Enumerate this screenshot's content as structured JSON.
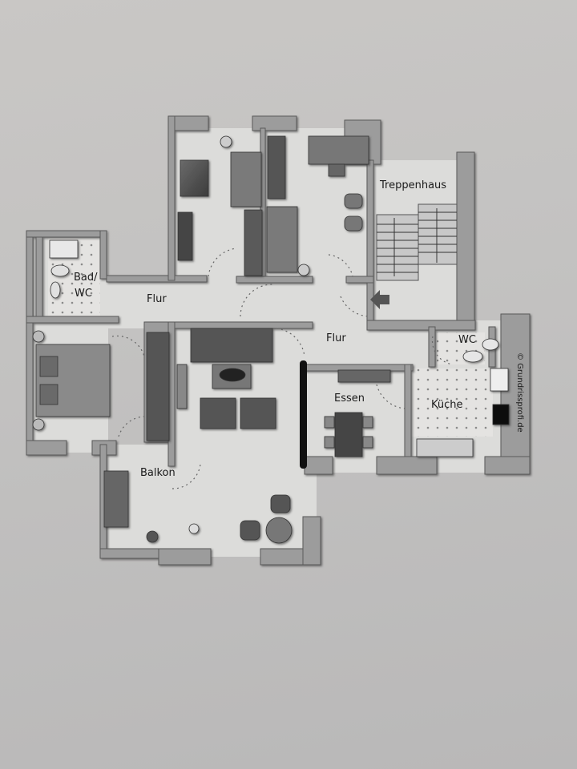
{
  "plan": {
    "type": "apartment floor plan",
    "copyright": "© Grundrissprofi.de",
    "colors": {
      "background": "#c5c4c3",
      "wall": "#9a9a9a",
      "wall_edge": "#5a5a5a",
      "floor": "#dcdcda",
      "furniture_dark": "#4a4a4a",
      "accent_wall": "#111111"
    },
    "rooms": [
      {
        "id": "bad_wc",
        "label_line1": "Bad/",
        "label_line2": "WC"
      },
      {
        "id": "flur_west",
        "label": "Flur"
      },
      {
        "id": "flur_east",
        "label": "Flur"
      },
      {
        "id": "treppenhaus",
        "label": "Treppenhaus"
      },
      {
        "id": "wc",
        "label": "WC"
      },
      {
        "id": "essen",
        "label": "Essen"
      },
      {
        "id": "kueche",
        "label": "Küche"
      },
      {
        "id": "balkon",
        "label": "Balkon"
      }
    ],
    "unlabeled_rooms": [
      "Schlafzimmer (bed, west)",
      "Kinderzimmer (beds, north)",
      "Arbeitszimmer (desk, north-east)",
      "Wohnzimmer (sofa, armchairs)"
    ]
  }
}
